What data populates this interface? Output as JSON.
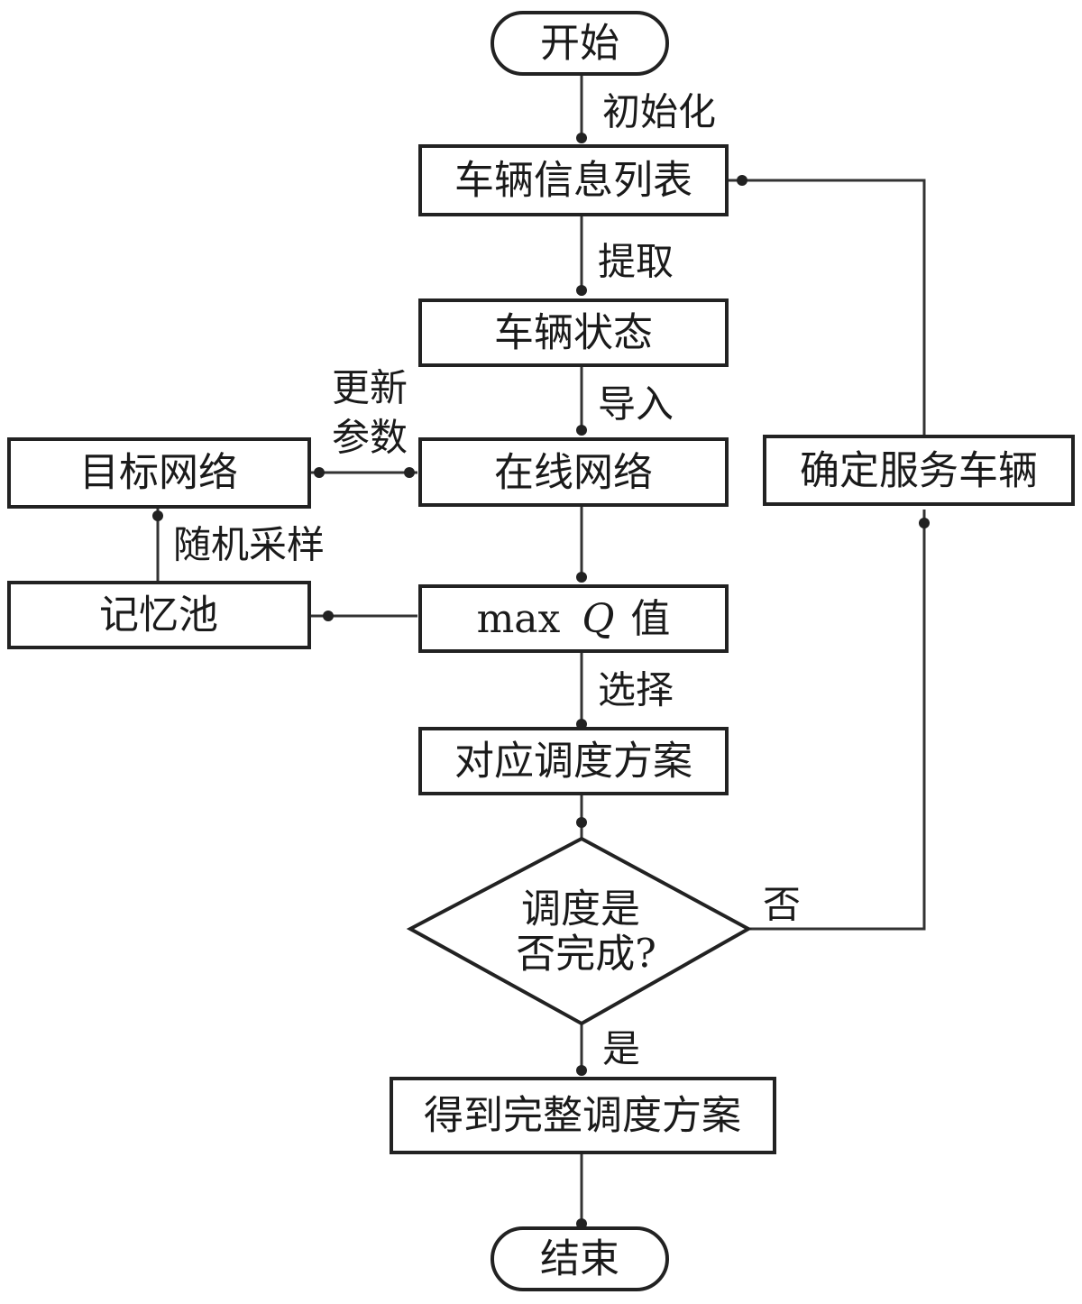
{
  "nodes": {
    "start": "开始",
    "vehicle_info_list": "车辆信息列表",
    "vehicle_state": "车辆状态",
    "online_network": "在线网络",
    "target_network": "目标网络",
    "memory_pool": "记忆池",
    "max_q_prefix": "max",
    "max_q_symbol": "Q",
    "max_q_suffix": "值",
    "schedule_plan": "对应调度方案",
    "decision_line1": "调度是",
    "decision_line2": "否完成?",
    "determine_vehicle": "确定服务车辆",
    "complete_plan": "得到完整调度方案",
    "end": "结束"
  },
  "edges": {
    "initialize": "初始化",
    "extract": "提取",
    "import": "导入",
    "update_line1": "更新",
    "update_line2": "参数",
    "random_sample": "随机采样",
    "select": "选择",
    "no": "否",
    "yes": "是"
  }
}
